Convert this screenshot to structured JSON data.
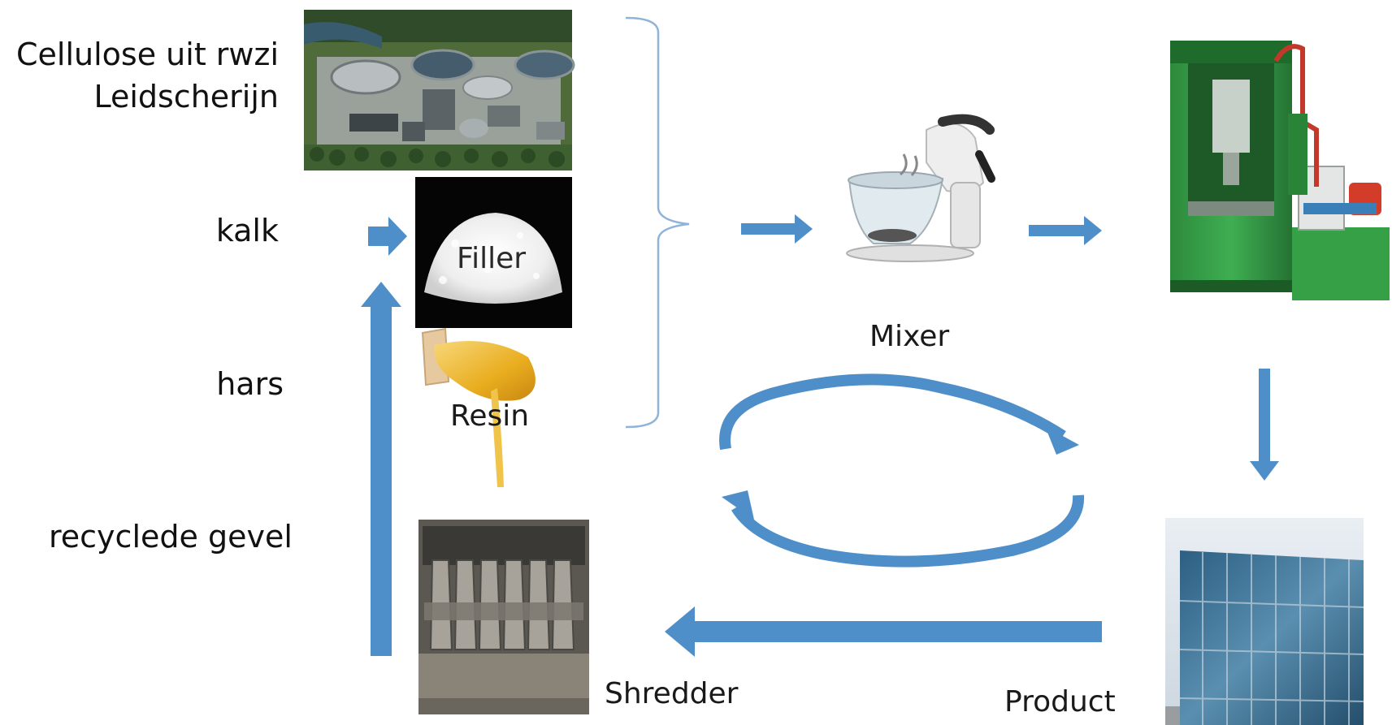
{
  "inputs": {
    "cellulose_line1": "Cellulose uit rwzi",
    "cellulose_line2": "Leidscherijn",
    "kalk": "kalk",
    "hars": "hars",
    "recyclede": "recyclede gevel"
  },
  "captions": {
    "filler": "Filler",
    "resin": "Resin",
    "mixer": "Mixer",
    "shredder": "Shredder",
    "product": "Product"
  },
  "colors": {
    "arrow": "#4f8fc9",
    "bracket": "#8fb3d9"
  },
  "icons": {
    "plant": "wastewater-treatment-plant-photo",
    "filler": "filler-powder-photo",
    "resin": "resin-pour-photo",
    "mixer": "stand-mixer-photo",
    "press": "hydraulic-press-photo",
    "facade": "facade-panel-photo",
    "shredder": "shredder-photo"
  }
}
